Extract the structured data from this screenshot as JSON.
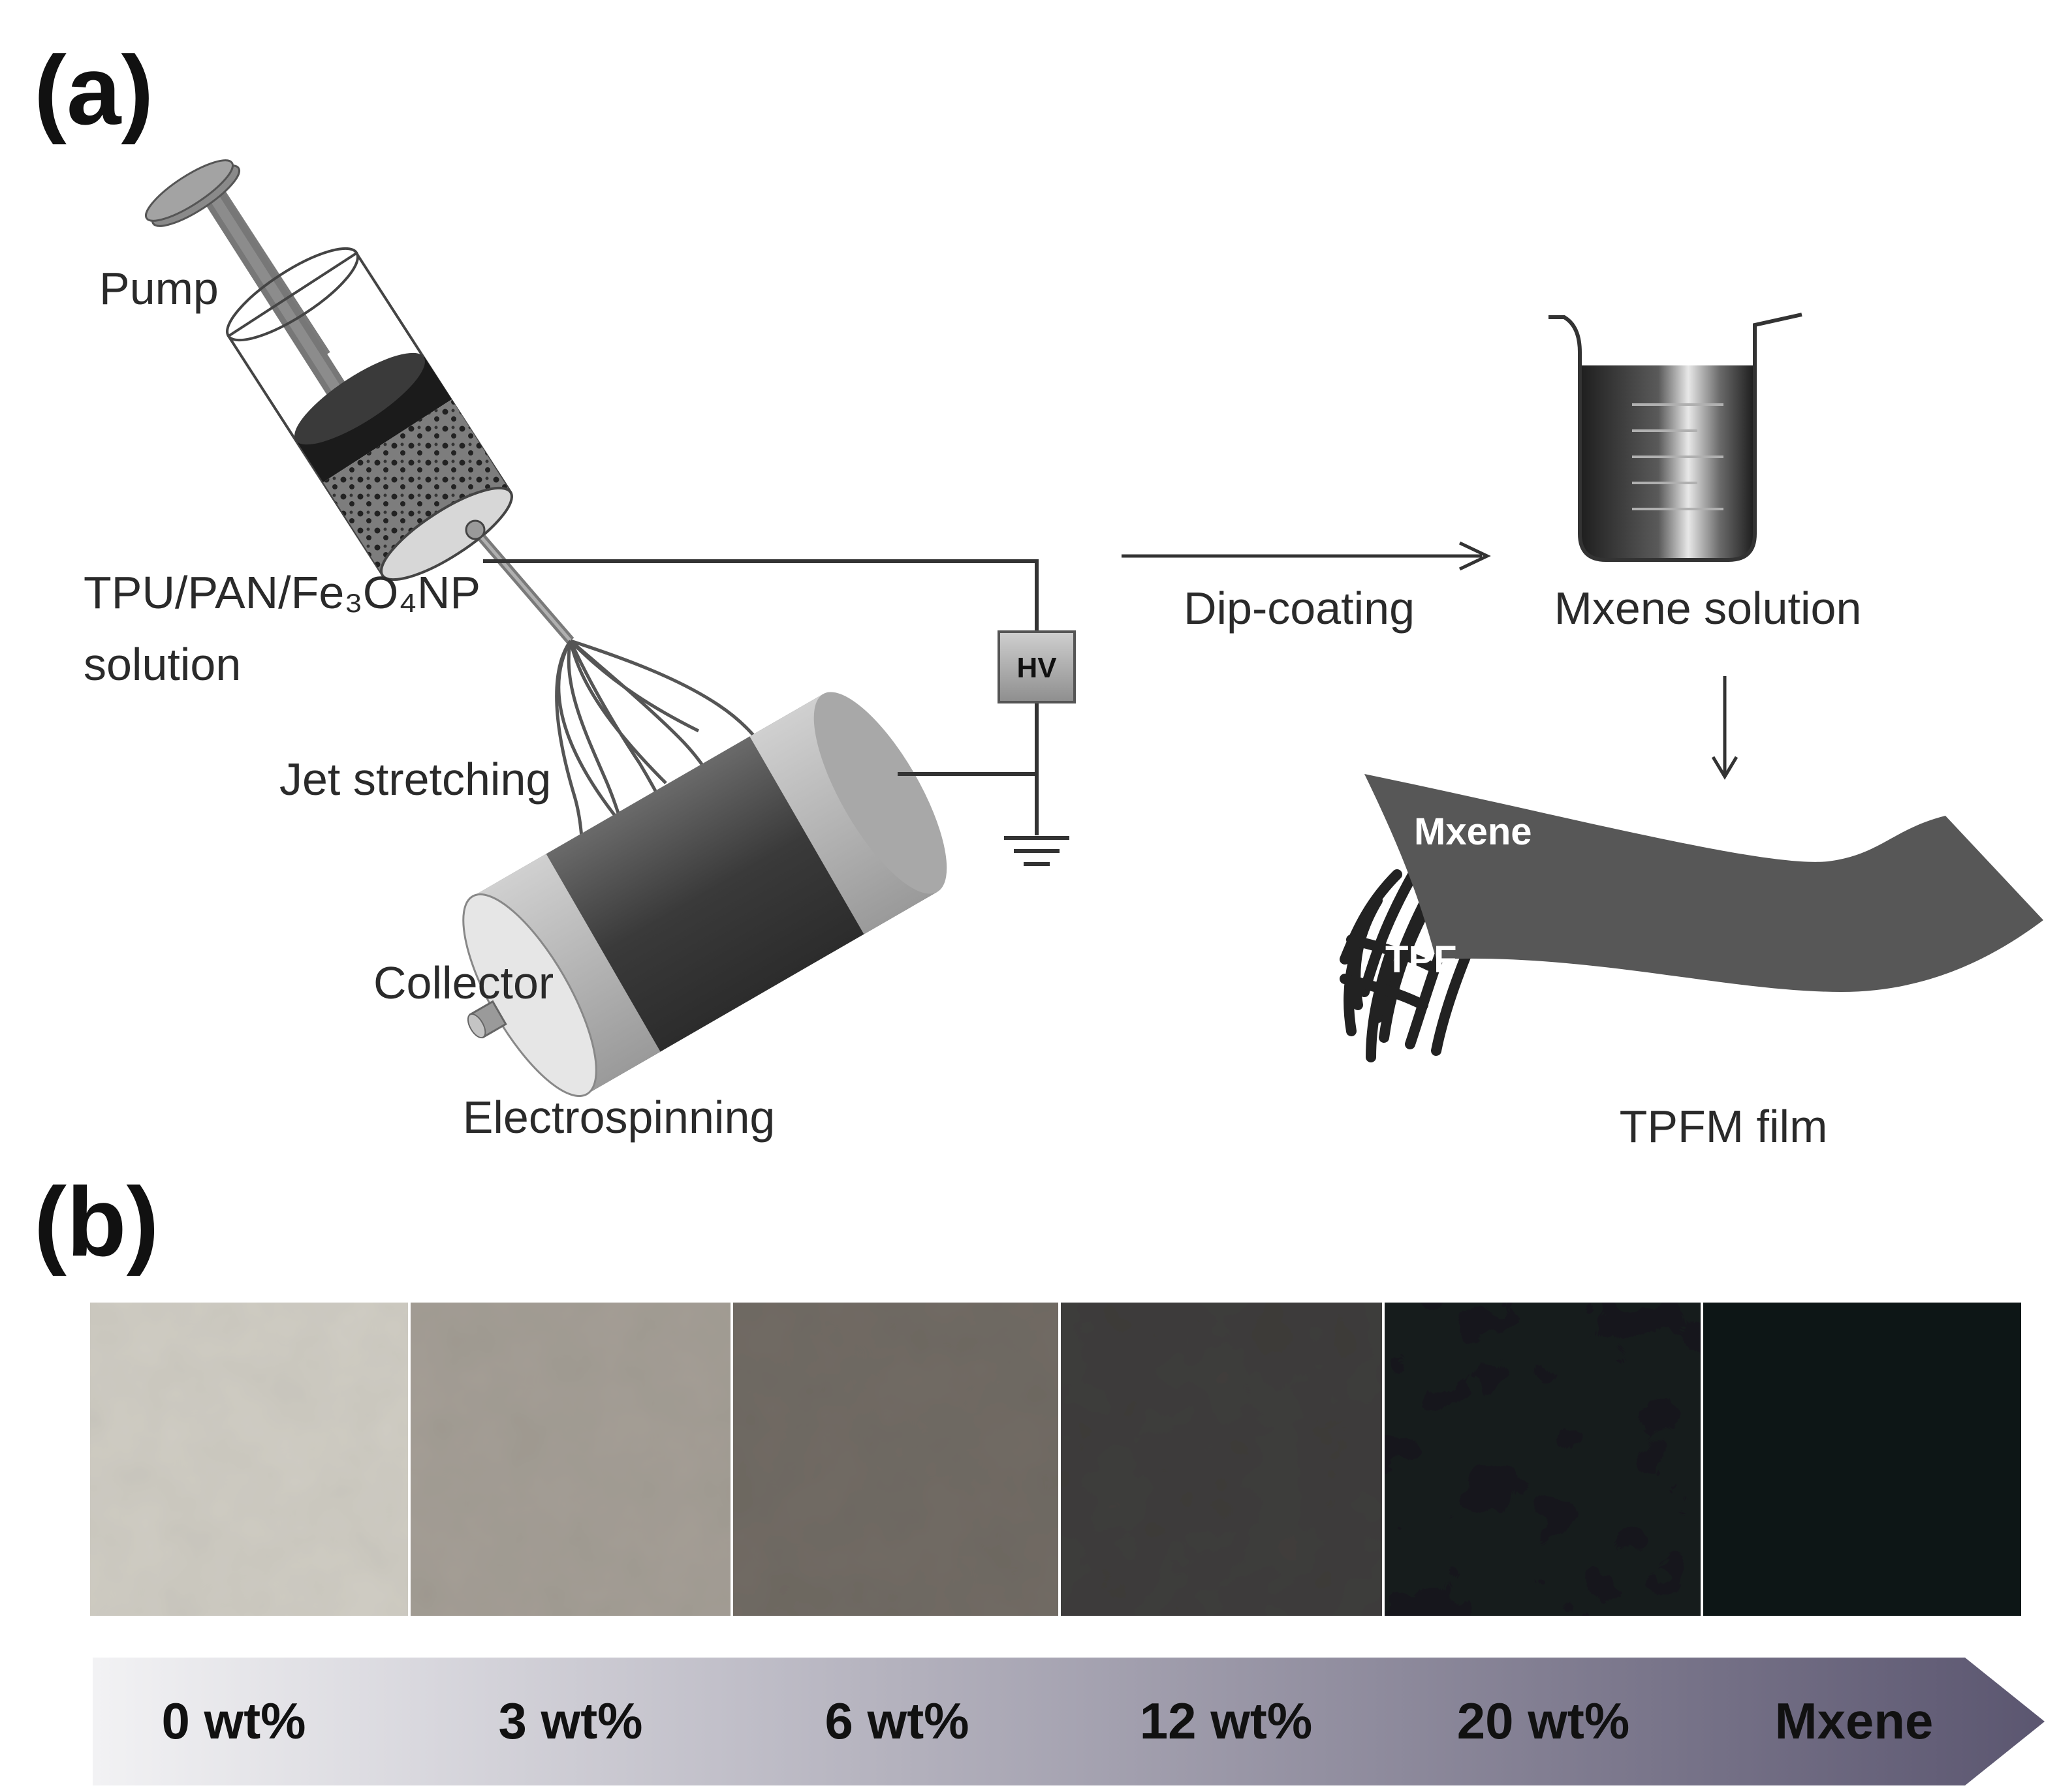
{
  "panels": {
    "a": "(a)",
    "b": "(b)"
  },
  "setup": {
    "pump": "Pump",
    "solution_line1": "TPU/PAN/Fe₃O₄NP",
    "solution_line2": "solution",
    "jet": "Jet stretching",
    "collector": "Collector",
    "hv": "HV",
    "process": "Electrospinning"
  },
  "coating": {
    "step": "Dip-coating",
    "beaker": "Mxene solution",
    "layer_top": "Mxene",
    "layer_bottom": "TPF",
    "product": "TPFM film"
  },
  "samples": [
    {
      "label": "0 wt%",
      "color": "#cfccc3"
    },
    {
      "label": "3 wt%",
      "color": "#a49e95"
    },
    {
      "label": "6 wt%",
      "color": "#716b64"
    },
    {
      "label": "12 wt%",
      "color": "#3f3d3b"
    },
    {
      "label": "20 wt%",
      "color": "#151a1b"
    },
    {
      "label": "Mxene",
      "color": "#111717"
    }
  ],
  "colors": {
    "gradient_start": "#f2f2f4",
    "gradient_end": "#5b5670"
  }
}
